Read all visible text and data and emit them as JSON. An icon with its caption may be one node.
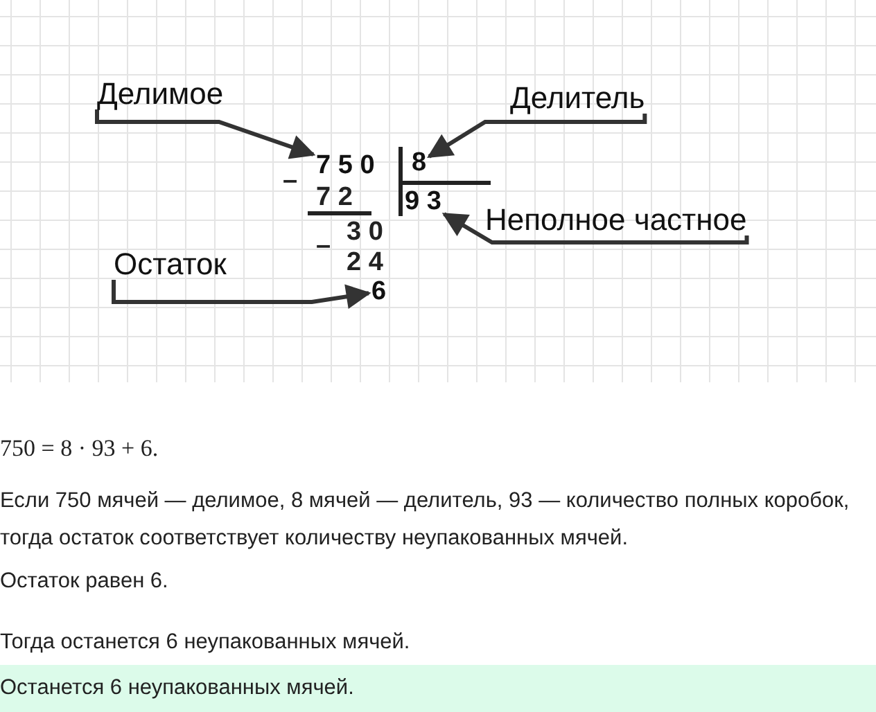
{
  "diagram": {
    "nodes": [
      {
        "text": [
          "Делимое"
        ]
      },
      {
        "text": [
          "7 5 0"
        ]
      },
      {
        "text": [
          "Делитель"
        ]
      },
      {
        "text": [
          "8"
        ]
      },
      {
        "text": [
          "Неполное частное"
        ]
      },
      {
        "text": [
          "9 3"
        ]
      },
      {
        "text": [
          "Остаток"
        ]
      },
      {
        "text": [
          "6"
        ]
      }
    ],
    "edges": [
      {
        "from": 0,
        "to": 1,
        "arrow": "to"
      },
      {
        "from": 2,
        "to": 3,
        "arrow": "to"
      },
      {
        "from": 4,
        "to": 5,
        "arrow": "to"
      },
      {
        "from": 6,
        "to": 7,
        "arrow": "to"
      }
    ],
    "labels": [
      "–",
      "7 2",
      "–",
      "3 0",
      "2 4",
      "750 = 8 · 93 + 6.",
      "Если 750 мячей — делимое, 8 мячей — делитель, 93 — количество полных коробок, тогда остаток соответствует количеству неупакованных мячей.",
      "Остаток равен 6.",
      "Тогда останется 6 неупакованных мячей.",
      "Останется 6 неупакованных мячей."
    ]
  }
}
